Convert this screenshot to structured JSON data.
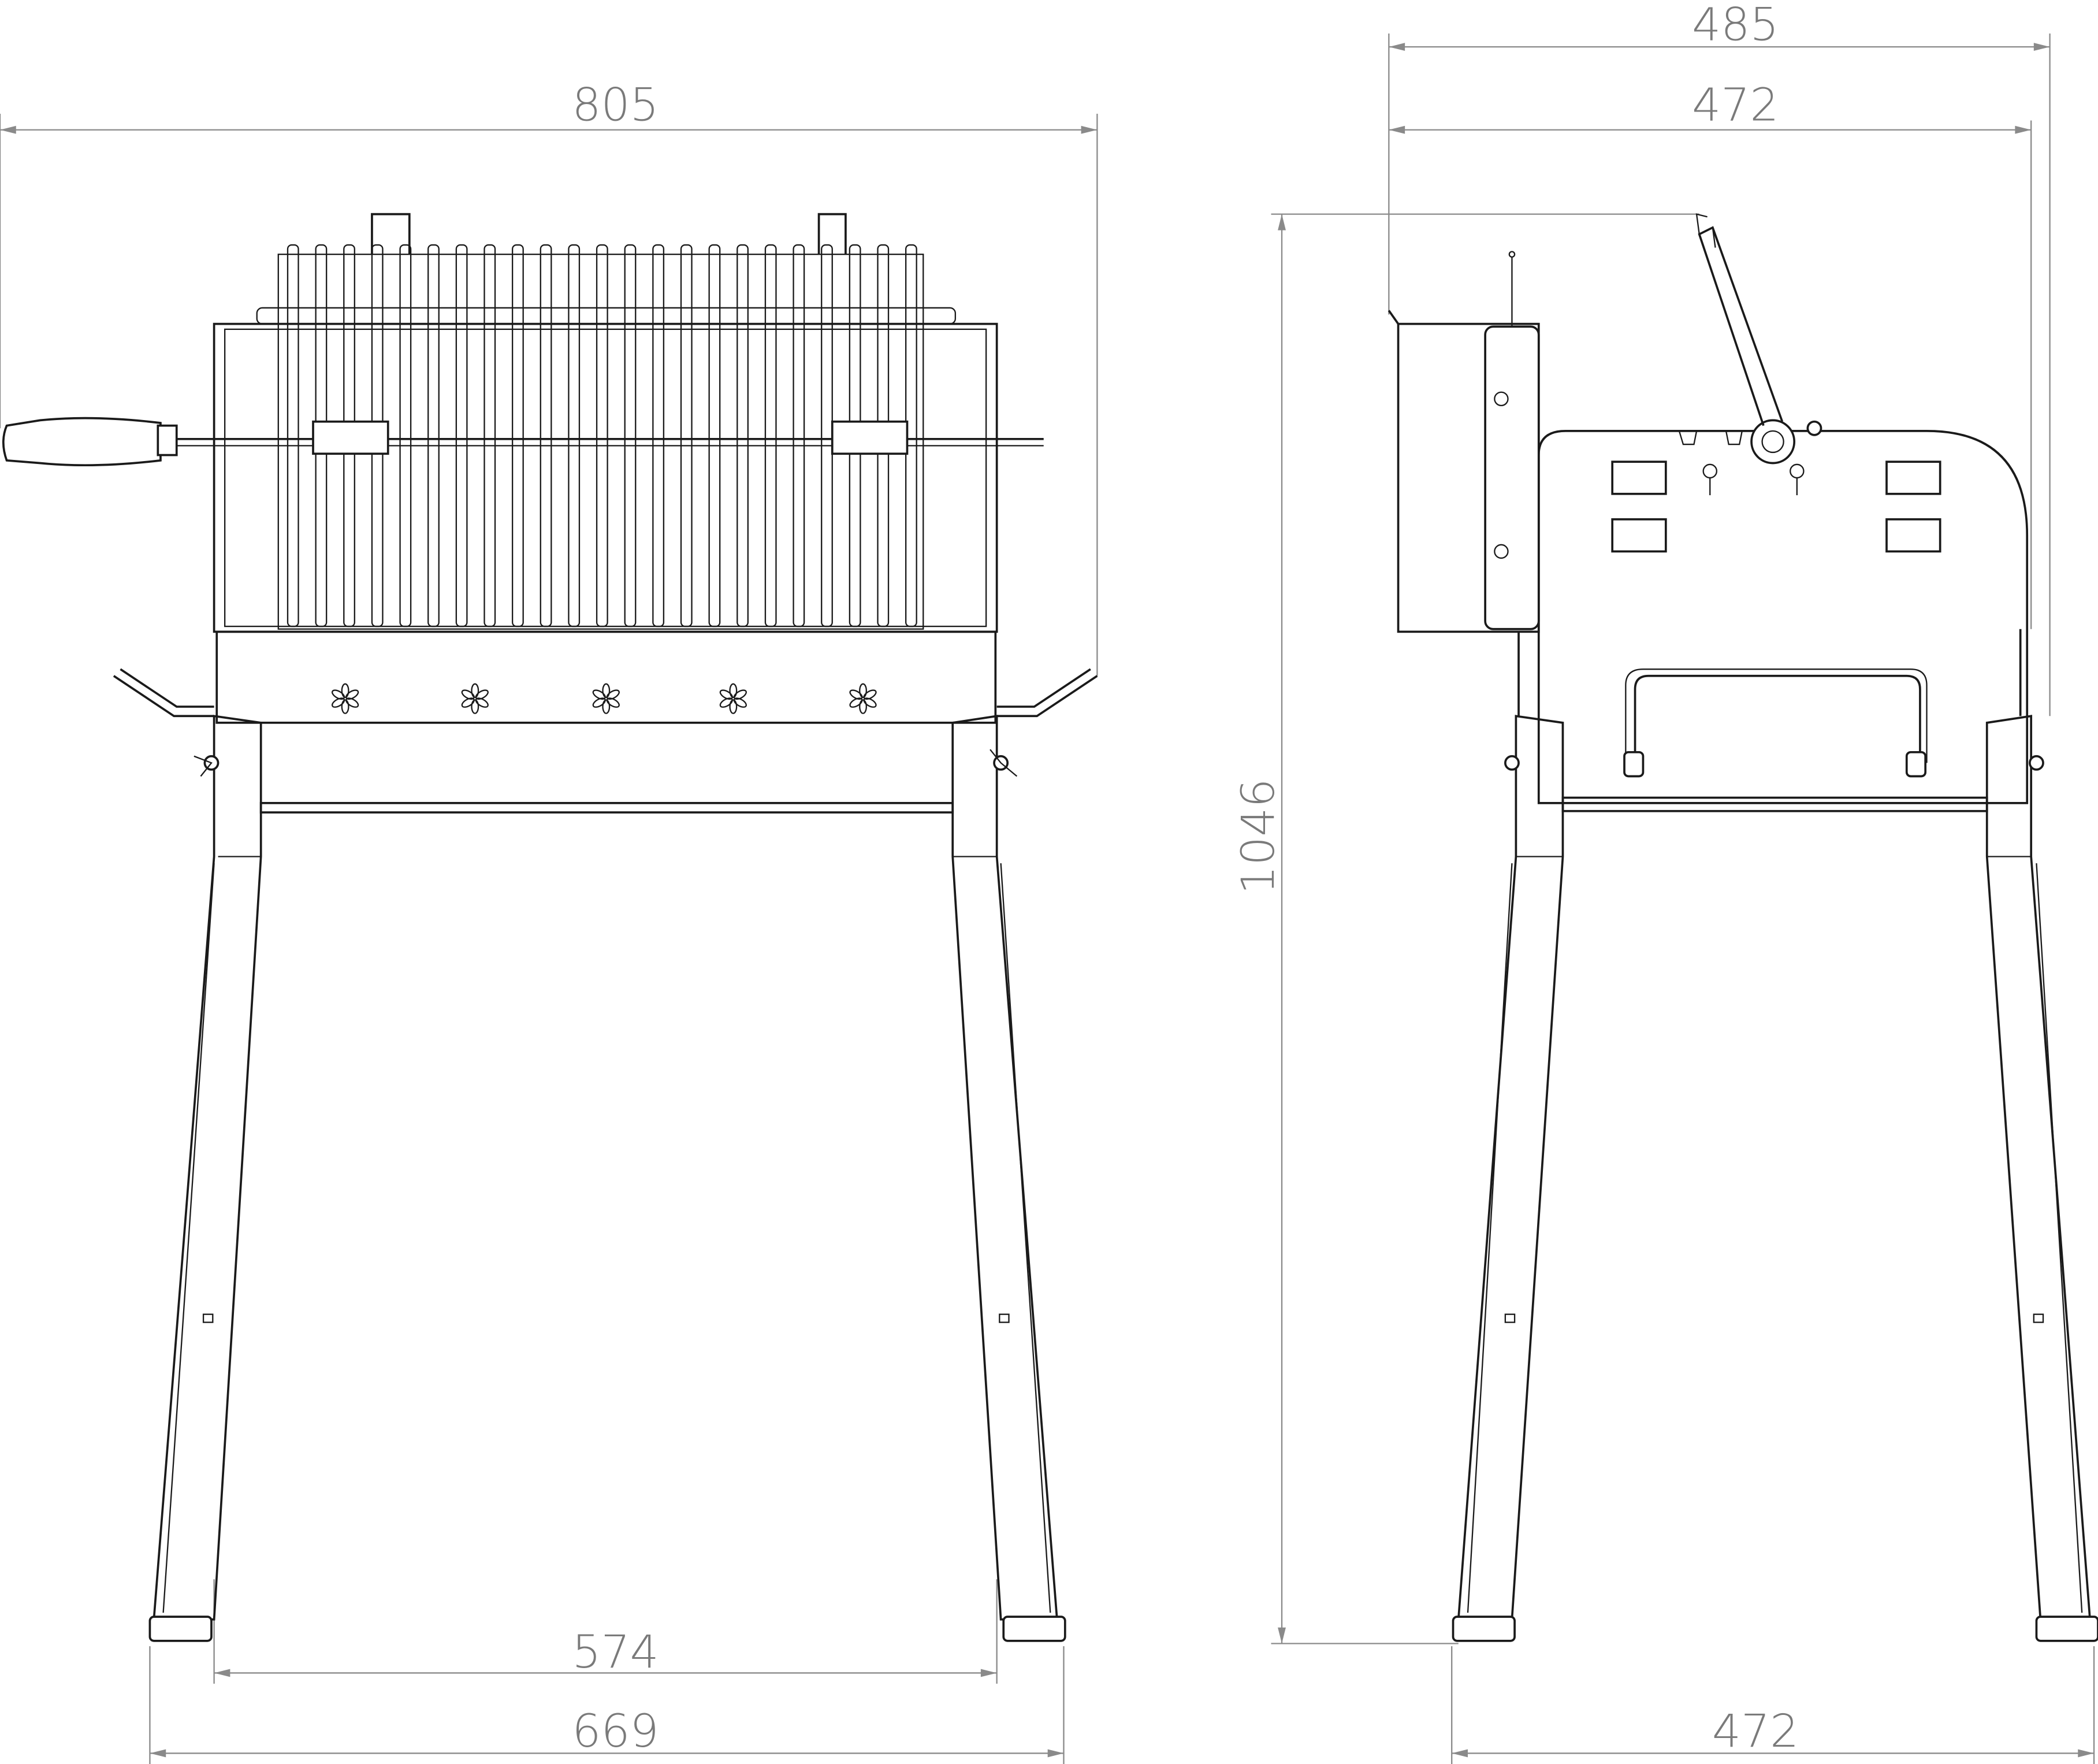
{
  "drawing": {
    "front_view": {
      "overall_width": "805",
      "inner_leg_span": "574",
      "foot_span": "669"
    },
    "side_view": {
      "overall_depth": "485",
      "body_depth": "472",
      "foot_depth": "472",
      "height": "1046"
    },
    "colors": {
      "line": "#1a1a1a",
      "dimension": "#8a8a8a",
      "dimension_text": "#7a7a7a"
    }
  }
}
